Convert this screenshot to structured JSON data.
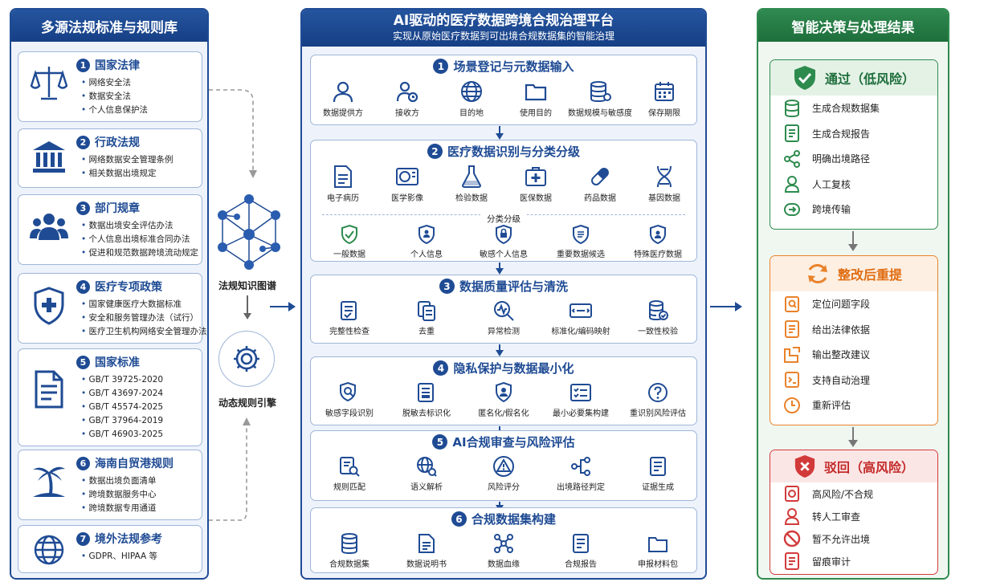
{
  "left": {
    "title": "多源法规标准与规则库",
    "cards": [
      {
        "num": "1",
        "title": "国家法律",
        "items": [
          "网络安全法",
          "数据安全法",
          "个人信息保护法"
        ]
      },
      {
        "num": "2",
        "title": "行政法规",
        "items": [
          "网络数据安全管理条例",
          "相关数据出境规定"
        ]
      },
      {
        "num": "3",
        "title": "部门规章",
        "items": [
          "数据出境安全评估办法",
          "个人信息出境标准合同办法",
          "促进和规范数据跨境流动规定"
        ]
      },
      {
        "num": "4",
        "title": "医疗专项政策",
        "items": [
          "国家健康医疗大数据标准",
          "安全和服务管理办法（试行）",
          "医疗卫生机构网络安全管理办法"
        ]
      },
      {
        "num": "5",
        "title": "国家标准",
        "items": [
          "GB/T 39725-2020",
          "GB/T 43697-2024",
          "GB/T 45574-2025",
          "GB/T 37964-2019",
          "GB/T 46903-2025"
        ]
      },
      {
        "num": "6",
        "title": "海南自贸港规则",
        "items": [
          "数据出境负面清单",
          "跨境数据服务中心",
          "跨境数据专用通道"
        ]
      },
      {
        "num": "7",
        "title": "境外法规参考",
        "items": [
          "GDPR、HIPAA 等"
        ]
      }
    ]
  },
  "connector": {
    "kg_label": "法规知识图谱",
    "engine_label": "动态规则引擎"
  },
  "middle": {
    "title": "AI驱动的医疗数据跨境合规治理平台",
    "subtitle": "实现从原始医疗数据到可出境合规数据集的智能治理",
    "steps": [
      {
        "num": "1",
        "title": "场景登记与元数据输入",
        "items": [
          "数据提供方",
          "接收方",
          "目的地",
          "使用目的",
          "数据规模与敏感度",
          "保存期限"
        ]
      },
      {
        "num": "2",
        "title": "医疗数据识别与分类分级",
        "items": [
          "电子病历",
          "医学影像",
          "检验数据",
          "医保数据",
          "药品数据",
          "基因数据"
        ],
        "sublabel": "分类分级",
        "items2": [
          "一般数据",
          "个人信息",
          "敏感个人信息",
          "重要数据候选",
          "特殊医疗数据"
        ]
      },
      {
        "num": "3",
        "title": "数据质量评估与清洗",
        "items": [
          "完整性检查",
          "去重",
          "异常检测",
          "标准化/编码映射",
          "一致性校验"
        ]
      },
      {
        "num": "4",
        "title": "隐私保护与数据最小化",
        "items": [
          "敏感字段识别",
          "脱敏去标识化",
          "匿名化/假名化",
          "最小必要集构建",
          "重识别风险评估"
        ]
      },
      {
        "num": "5",
        "title": "AI合规审查与风险评估",
        "items": [
          "规则匹配",
          "语义解析",
          "风险评分",
          "出境路径判定",
          "证据生成"
        ]
      },
      {
        "num": "6",
        "title": "合规数据集构建",
        "items": [
          "合规数据集",
          "数据说明书",
          "数据血缘",
          "合规报告",
          "申报材料包"
        ]
      }
    ]
  },
  "right": {
    "title": "智能决策与处理结果",
    "cards": [
      {
        "title": "通过（低风险）",
        "color": "#2e8b4e",
        "items": [
          "生成合规数据集",
          "生成合规报告",
          "明确出境路径",
          "人工复核",
          "跨境传输"
        ]
      },
      {
        "title": "整改后重提",
        "color": "#e9822b",
        "items": [
          "定位问题字段",
          "给出法律依据",
          "输出整改建议",
          "支持自动治理",
          "重新评估"
        ]
      },
      {
        "title": "驳回（高风险）",
        "color": "#d23a3a",
        "items": [
          "高风险/不合规",
          "转人工审查",
          "暂不允许出境",
          "留痕审计"
        ]
      }
    ]
  }
}
